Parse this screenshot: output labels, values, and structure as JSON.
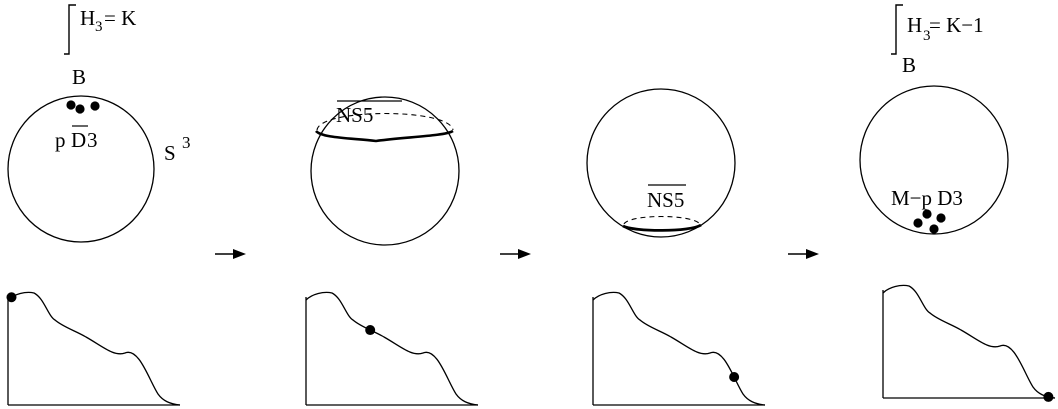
{
  "panels": [
    {
      "flux_prefix": "H",
      "flux_sub": "3",
      "flux_suffix": "= K",
      "flux_cycle": "B",
      "brane_label_p": "p",
      "brane_label_d": "D",
      "brane_label_3": "3",
      "sphere_label": "S",
      "sphere_sup": "3",
      "potential_position": 0.02
    },
    {
      "ns5_label": "NS5",
      "potential_position": 0.37
    },
    {
      "ns5_label": "NS5",
      "potential_position": 0.8
    },
    {
      "flux_prefix": "H",
      "flux_sub": "3",
      "flux_suffix": " = K−1",
      "flux_cycle": "B",
      "brane_label": "M−p D3",
      "potential_position": 0.97
    }
  ],
  "arrow_icon": "right-arrow-icon",
  "integral_icon": "integral-sign-icon",
  "colors": {
    "ink": "#000000",
    "background": "#ffffff"
  }
}
